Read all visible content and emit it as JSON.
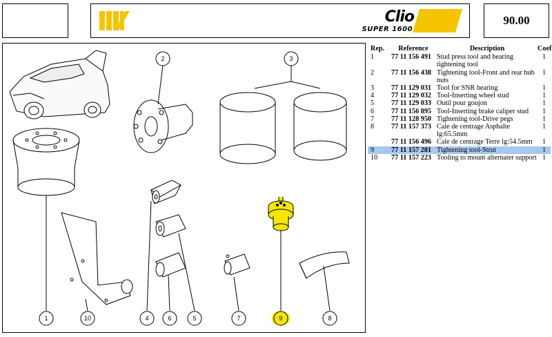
{
  "header": {
    "logo_word": "Clio",
    "logo_sub": "SUPER 1600",
    "page_number": "90.00",
    "accent_color": "#f5c400"
  },
  "table": {
    "columns": [
      "Rep.",
      "Reference",
      "Description",
      "Coef"
    ],
    "rows": [
      {
        "rep": "1",
        "ref": "77 11 156 491",
        "desc": "Stud press tool and bearing tightening tool",
        "coef": "1"
      },
      {
        "rep": "2",
        "ref": "77 11 156 438",
        "desc": "Tightening tool-Front and rear hub nuts",
        "coef": "1"
      },
      {
        "rep": "3",
        "ref": "77 11 129 031",
        "desc": "Tool for SNR bearing",
        "coef": "1"
      },
      {
        "rep": "4",
        "ref": "77 11 129 032",
        "desc": "Tool-Inserting wheel stud",
        "coef": "1"
      },
      {
        "rep": "5",
        "ref": "77 11 129 033",
        "desc": "Outil pour goujon",
        "coef": "1"
      },
      {
        "rep": "6",
        "ref": "77 11 156 895",
        "desc": "Tool-Inserting brake caliper stud",
        "coef": "1"
      },
      {
        "rep": "7",
        "ref": "77 11 128 950",
        "desc": "Tightening tool-Drive pegs",
        "coef": "1"
      },
      {
        "rep": "8",
        "ref": "77 11 157 373",
        "desc": "Cale de centrage Asphalte lg:65.5mm",
        "coef": "1"
      },
      {
        "rep": "",
        "ref": "77 11 156 496",
        "desc": "Cale de centrage Terre lg:54.5mm",
        "coef": "1"
      },
      {
        "rep": "9",
        "ref": "77 11 157 281",
        "desc": "Tightening tool-Strut",
        "coef": "1"
      },
      {
        "rep": "10",
        "ref": "77 11 157 223",
        "desc": "Tooling to mount alternater support",
        "coef": "1"
      }
    ],
    "selected_rep": "9",
    "highlight_color": "#a6c8ec"
  },
  "diagram": {
    "callouts": [
      {
        "label": "1"
      },
      {
        "label": "10"
      },
      {
        "label": "4"
      },
      {
        "label": "6"
      },
      {
        "label": "5"
      },
      {
        "label": "7"
      },
      {
        "label": "9"
      },
      {
        "label": "8"
      },
      {
        "label": "2"
      },
      {
        "label": "3"
      }
    ],
    "highlight_color": "#f5e600"
  }
}
